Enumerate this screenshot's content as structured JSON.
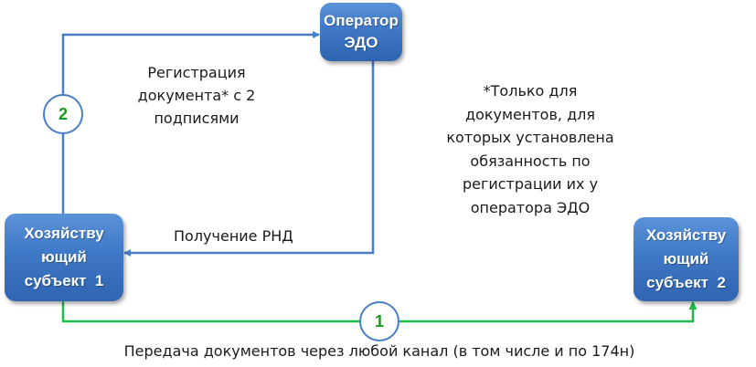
{
  "nodes": {
    "operator": {
      "lines": [
        "Оператор",
        "ЭДО"
      ]
    },
    "subject1": {
      "lines": [
        "Хозяйству",
        "ющий",
        "субъект  1"
      ]
    },
    "subject2": {
      "lines": [
        "Хозяйству",
        "ющий",
        "субъект  2"
      ]
    }
  },
  "steps": {
    "step1": {
      "number": "1"
    },
    "step2": {
      "number": "2"
    }
  },
  "edges": {
    "registration": {
      "lines": [
        "Регистрация",
        "документа* с 2",
        "подписями"
      ]
    },
    "rnd": {
      "label": "Получение РНД"
    },
    "transfer": {
      "label": "Передача документов через любой канал (в том числе и по 174н)"
    }
  },
  "note": {
    "lines": [
      "*Только для",
      "документов, для",
      "которых установлена",
      "обязанность по",
      "регистрации их у",
      "оператора ЭДО"
    ]
  },
  "colors": {
    "box_fill": "#3f78c6",
    "blue_line": "#4a7ec4",
    "green_line": "#1dbb4a",
    "step_number": "#1a9a1a"
  }
}
